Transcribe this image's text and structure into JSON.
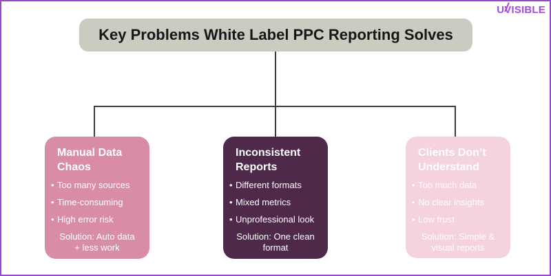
{
  "brand": {
    "logo_text": "UVISIBLE",
    "logo_color": "#a44be4"
  },
  "header": {
    "title": "Key Problems White Label PPC Reporting Solves",
    "bg_color": "#c8ccc1"
  },
  "connector_color": "#3c3c3c",
  "border_color": "#9448cc",
  "boxes": [
    {
      "title": "Manual Data Chaos",
      "bullets": [
        "Too many sources",
        "Time-consuming",
        "High error risk"
      ],
      "solution_lines": [
        "Solution: Auto data",
        "+ less work"
      ],
      "bg": "#d88ca5"
    },
    {
      "title": "Inconsistent Reports",
      "bullets": [
        "Different formats",
        "Mixed metrics",
        "Unprofessional look"
      ],
      "solution_lines": [
        "Solution: One clean",
        "format"
      ],
      "bg": "#4e2949"
    },
    {
      "title": "Clients Don’t Understand",
      "bullets": [
        "Too much data",
        "No clear insights",
        "Low trust"
      ],
      "solution_lines": [
        "Solution: Simple &",
        "visual reports"
      ],
      "bg": "#f5d3dd"
    }
  ]
}
